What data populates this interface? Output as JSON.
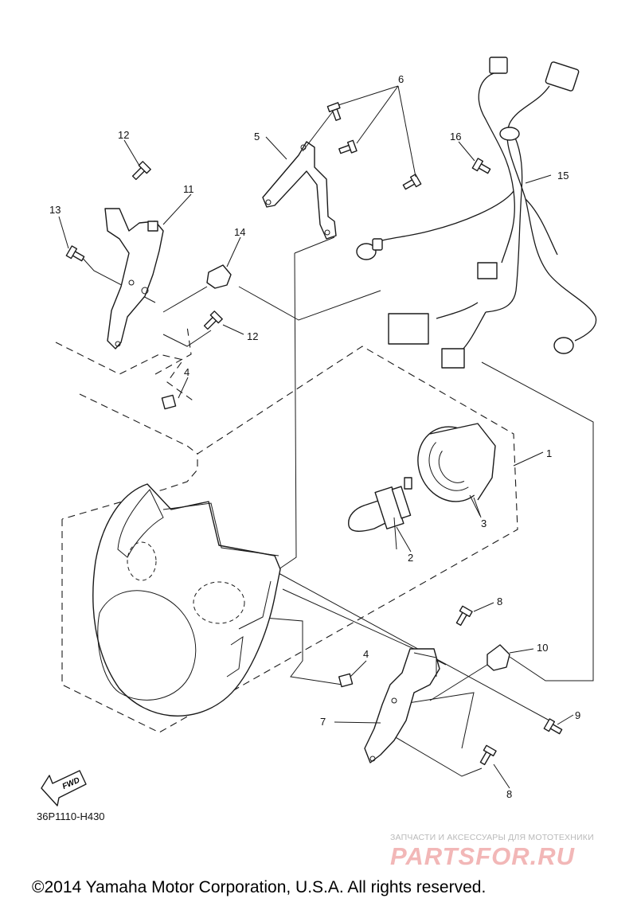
{
  "diagram": {
    "callouts": {
      "c1": "1",
      "c2": "2",
      "c3": "3",
      "c4a": "4",
      "c4b": "4",
      "c5": "5",
      "c6": "6",
      "c7": "7",
      "c8a": "8",
      "c8b": "8",
      "c9": "9",
      "c10": "10",
      "c11": "11",
      "c12a": "12",
      "c12b": "12",
      "c13": "13",
      "c14": "14",
      "c15": "15",
      "c16": "16"
    },
    "fwd_label": "FWD",
    "part_code": "36P1110-H430"
  },
  "watermark": {
    "tagline": "ЗАПЧАСТИ И АКСЕССУАРЫ ДЛЯ МОТОТЕХНИКИ",
    "logo": "PARTSFOR.RU"
  },
  "footer": {
    "copyright": "©2014 Yamaha Motor Corporation, U.S.A. All rights reserved."
  }
}
